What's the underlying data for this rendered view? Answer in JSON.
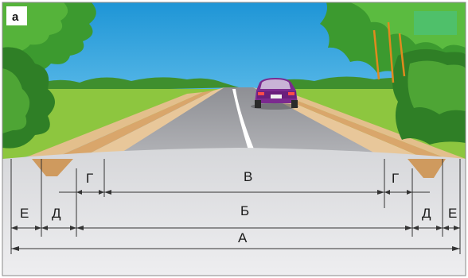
{
  "figure": {
    "panel_label": "а",
    "dimensions": {
      "A": "А",
      "B": "Б",
      "V": "В",
      "G_left": "Г",
      "G_right": "Г",
      "D_left": "Д",
      "D_right": "Д",
      "E_left": "Е",
      "E_right": "Е"
    }
  },
  "colors": {
    "sky": "#2aa3df",
    "grass": "#8dc63f",
    "road": "#a8a9ad",
    "shoulder": "#e8c79a",
    "ditch": "#d9a66b",
    "car": "#7b2a8f",
    "foreground": "#dfe0e2"
  }
}
